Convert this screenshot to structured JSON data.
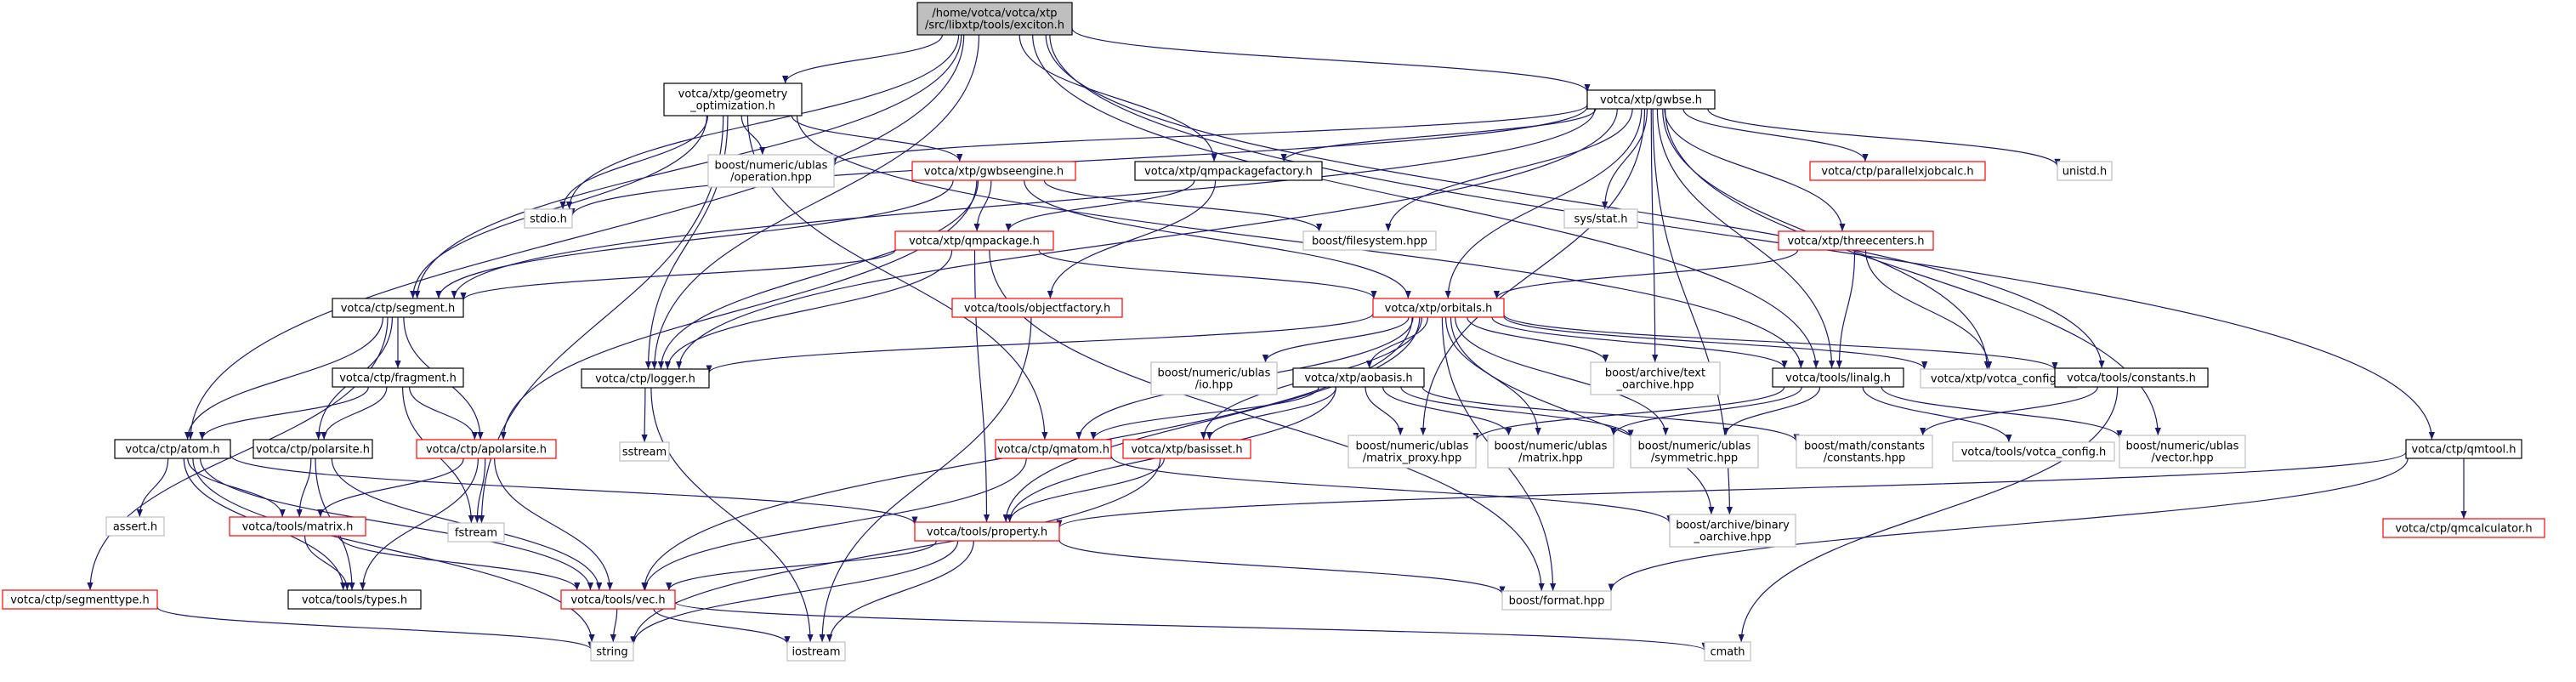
{
  "colors": {
    "edge": "#191970",
    "edge_fill": "#191970",
    "box_dark": "#000000",
    "box_red": "#ff0000",
    "box_grey": "#bfbfbf",
    "root_fill": "#bfbfbf",
    "text": "#000000"
  },
  "nodes": [
    {
      "id": "root",
      "lines": [
        "/home/votca/votca/xtp",
        "/src/libxtp/tools/exciton.h"
      ],
      "style": "root"
    },
    {
      "id": "geomopt",
      "lines": [
        "votca/xtp/geometry",
        "_optimization.h"
      ],
      "style": "dark"
    },
    {
      "id": "gwbse",
      "lines": [
        "votca/xtp/gwbse.h"
      ],
      "style": "dark"
    },
    {
      "id": "stdio",
      "lines": [
        "stdio.h"
      ],
      "style": "grey"
    },
    {
      "id": "ublasop",
      "lines": [
        "boost/numeric/ublas",
        "/operation.hpp"
      ],
      "style": "grey"
    },
    {
      "id": "gwbseengine",
      "lines": [
        "votca/xtp/gwbseengine.h"
      ],
      "style": "red"
    },
    {
      "id": "qmpkgfactory",
      "lines": [
        "votca/xtp/qmpackagefactory.h"
      ],
      "style": "dark"
    },
    {
      "id": "sysstat",
      "lines": [
        "sys/stat.h"
      ],
      "style": "grey"
    },
    {
      "id": "paralleljob",
      "lines": [
        "votca/ctp/parallelxjobcalc.h"
      ],
      "style": "red"
    },
    {
      "id": "unistd",
      "lines": [
        "unistd.h"
      ],
      "style": "grey"
    },
    {
      "id": "qmpackage",
      "lines": [
        "votca/xtp/qmpackage.h"
      ],
      "style": "red"
    },
    {
      "id": "bfs",
      "lines": [
        "boost/filesystem.hpp"
      ],
      "style": "grey"
    },
    {
      "id": "threecenters",
      "lines": [
        "votca/xtp/threecenters.h"
      ],
      "style": "red"
    },
    {
      "id": "segment",
      "lines": [
        "votca/ctp/segment.h"
      ],
      "style": "dark"
    },
    {
      "id": "objfactory",
      "lines": [
        "votca/tools/objectfactory.h"
      ],
      "style": "red"
    },
    {
      "id": "orbitals",
      "lines": [
        "votca/xtp/orbitals.h"
      ],
      "style": "red"
    },
    {
      "id": "fragment",
      "lines": [
        "votca/ctp/fragment.h"
      ],
      "style": "dark"
    },
    {
      "id": "logger",
      "lines": [
        "votca/ctp/logger.h"
      ],
      "style": "dark"
    },
    {
      "id": "ublasio",
      "lines": [
        "boost/numeric/ublas",
        "/io.hpp"
      ],
      "style": "grey"
    },
    {
      "id": "aobasis",
      "lines": [
        "votca/xtp/aobasis.h"
      ],
      "style": "dark"
    },
    {
      "id": "textoarch",
      "lines": [
        "boost/archive/text",
        "_oarchive.hpp"
      ],
      "style": "grey"
    },
    {
      "id": "linalg",
      "lines": [
        "votca/tools/linalg.h"
      ],
      "style": "dark"
    },
    {
      "id": "xtpvotcacfg",
      "lines": [
        "votca/xtp/votca_config.h"
      ],
      "style": "grey"
    },
    {
      "id": "constants",
      "lines": [
        "votca/tools/constants.h"
      ],
      "style": "dark"
    },
    {
      "id": "atom",
      "lines": [
        "votca/ctp/atom.h"
      ],
      "style": "dark"
    },
    {
      "id": "polarsite",
      "lines": [
        "votca/ctp/polarsite.h"
      ],
      "style": "dark"
    },
    {
      "id": "apolarsite",
      "lines": [
        "votca/ctp/apolarsite.h"
      ],
      "style": "red"
    },
    {
      "id": "sstream",
      "lines": [
        "sstream"
      ],
      "style": "grey"
    },
    {
      "id": "qmatom",
      "lines": [
        "votca/ctp/qmatom.h"
      ],
      "style": "red"
    },
    {
      "id": "basisset",
      "lines": [
        "votca/xtp/basisset.h"
      ],
      "style": "red"
    },
    {
      "id": "matrixproxy",
      "lines": [
        "boost/numeric/ublas",
        "/matrix_proxy.hpp"
      ],
      "style": "grey"
    },
    {
      "id": "ublasmatrix",
      "lines": [
        "boost/numeric/ublas",
        "/matrix.hpp"
      ],
      "style": "grey"
    },
    {
      "id": "symmetric",
      "lines": [
        "boost/numeric/ublas",
        "/symmetric.hpp"
      ],
      "style": "grey"
    },
    {
      "id": "mathconst",
      "lines": [
        "boost/math/constants",
        "/constants.hpp"
      ],
      "style": "grey"
    },
    {
      "id": "toolsvotcacfg",
      "lines": [
        "votca/tools/votca_config.h"
      ],
      "style": "grey"
    },
    {
      "id": "ublasvector",
      "lines": [
        "boost/numeric/ublas",
        "/vector.hpp"
      ],
      "style": "grey"
    },
    {
      "id": "qmtool",
      "lines": [
        "votca/ctp/qmtool.h"
      ],
      "style": "dark"
    },
    {
      "id": "asserth",
      "lines": [
        "assert.h"
      ],
      "style": "grey"
    },
    {
      "id": "toolsmatrix",
      "lines": [
        "votca/tools/matrix.h"
      ],
      "style": "red"
    },
    {
      "id": "fstream",
      "lines": [
        "fstream"
      ],
      "style": "grey"
    },
    {
      "id": "property",
      "lines": [
        "votca/tools/property.h"
      ],
      "style": "red"
    },
    {
      "id": "binoarch",
      "lines": [
        "boost/archive/binary",
        "_oarchive.hpp"
      ],
      "style": "grey"
    },
    {
      "id": "qmcalc",
      "lines": [
        "votca/ctp/qmcalculator.h"
      ],
      "style": "red"
    },
    {
      "id": "segmenttype",
      "lines": [
        "votca/ctp/segmenttype.h"
      ],
      "style": "red"
    },
    {
      "id": "types",
      "lines": [
        "votca/tools/types.h"
      ],
      "style": "dark"
    },
    {
      "id": "vec",
      "lines": [
        "votca/tools/vec.h"
      ],
      "style": "red"
    },
    {
      "id": "bformat",
      "lines": [
        "boost/format.hpp"
      ],
      "style": "grey"
    },
    {
      "id": "string",
      "lines": [
        "string"
      ],
      "style": "grey"
    },
    {
      "id": "iostream",
      "lines": [
        "iostream"
      ],
      "style": "grey"
    },
    {
      "id": "cmath",
      "lines": [
        "cmath"
      ],
      "style": "grey"
    }
  ],
  "edges": [
    [
      "root",
      "geomopt"
    ],
    [
      "root",
      "gwbse"
    ],
    [
      "root",
      "stdio"
    ],
    [
      "root",
      "qmpkgfactory"
    ],
    [
      "root",
      "segment"
    ],
    [
      "root",
      "atom"
    ],
    [
      "root",
      "logger"
    ],
    [
      "root",
      "linalg"
    ],
    [
      "root",
      "constants"
    ],
    [
      "root",
      "qmtool"
    ],
    [
      "geomopt",
      "stdio"
    ],
    [
      "geomopt",
      "ublasop"
    ],
    [
      "geomopt",
      "gwbseengine"
    ],
    [
      "geomopt",
      "segment"
    ],
    [
      "geomopt",
      "logger"
    ],
    [
      "geomopt",
      "qmatom"
    ],
    [
      "geomopt",
      "linalg"
    ],
    [
      "geomopt",
      "fstream"
    ],
    [
      "gwbse",
      "stdio"
    ],
    [
      "gwbse",
      "ublasop"
    ],
    [
      "gwbse",
      "qmpkgfactory"
    ],
    [
      "gwbse",
      "sysstat"
    ],
    [
      "gwbse",
      "paralleljob"
    ],
    [
      "gwbse",
      "unistd"
    ],
    [
      "gwbse",
      "bfs"
    ],
    [
      "gwbse",
      "threecenters"
    ],
    [
      "gwbse",
      "segment"
    ],
    [
      "gwbse",
      "orbitals"
    ],
    [
      "gwbse",
      "textoarch"
    ],
    [
      "gwbse",
      "linalg"
    ],
    [
      "gwbse",
      "xtpvotcacfg"
    ],
    [
      "gwbse",
      "ublasvector"
    ],
    [
      "gwbse",
      "binoarch"
    ],
    [
      "gwbse",
      "matrixproxy"
    ],
    [
      "gwbse",
      "logger"
    ],
    [
      "gwbseengine",
      "qmpackage"
    ],
    [
      "gwbseengine",
      "bfs"
    ],
    [
      "gwbseengine",
      "orbitals"
    ],
    [
      "gwbseengine",
      "segment"
    ],
    [
      "gwbseengine",
      "logger"
    ],
    [
      "gwbseengine",
      "apolarsite"
    ],
    [
      "qmpkgfactory",
      "qmpackage"
    ],
    [
      "qmpkgfactory",
      "objfactory"
    ],
    [
      "qmpackage",
      "segment"
    ],
    [
      "qmpackage",
      "orbitals"
    ],
    [
      "qmpackage",
      "logger"
    ],
    [
      "qmpackage",
      "property"
    ],
    [
      "qmpackage",
      "bformat"
    ],
    [
      "threecenters",
      "orbitals"
    ],
    [
      "threecenters",
      "linalg"
    ],
    [
      "threecenters",
      "xtpvotcacfg"
    ],
    [
      "objfactory",
      "iostream"
    ],
    [
      "segment",
      "fragment"
    ],
    [
      "segment",
      "atom"
    ],
    [
      "segment",
      "polarsite"
    ],
    [
      "segment",
      "apolarsite"
    ],
    [
      "segment",
      "segmenttype"
    ],
    [
      "orbitals",
      "logger"
    ],
    [
      "orbitals",
      "ublasio"
    ],
    [
      "orbitals",
      "aobasis"
    ],
    [
      "orbitals",
      "textoarch"
    ],
    [
      "orbitals",
      "linalg"
    ],
    [
      "orbitals",
      "xtpvotcacfg"
    ],
    [
      "orbitals",
      "constants"
    ],
    [
      "orbitals",
      "qmatom"
    ],
    [
      "orbitals",
      "basisset"
    ],
    [
      "orbitals",
      "ublasmatrix"
    ],
    [
      "orbitals",
      "symmetric"
    ],
    [
      "orbitals",
      "property"
    ],
    [
      "orbitals",
      "vec"
    ],
    [
      "orbitals",
      "binoarch"
    ],
    [
      "orbitals",
      "bformat"
    ],
    [
      "fragment",
      "atom"
    ],
    [
      "fragment",
      "polarsite"
    ],
    [
      "fragment",
      "apolarsite"
    ],
    [
      "fragment",
      "fstream"
    ],
    [
      "logger",
      "sstream"
    ],
    [
      "logger",
      "iostream"
    ],
    [
      "aobasis",
      "qmatom"
    ],
    [
      "aobasis",
      "basisset"
    ],
    [
      "aobasis",
      "matrixproxy"
    ],
    [
      "aobasis",
      "ublasmatrix"
    ],
    [
      "aobasis",
      "symmetric"
    ],
    [
      "aobasis",
      "mathconst"
    ],
    [
      "aobasis",
      "property"
    ],
    [
      "linalg",
      "matrixproxy"
    ],
    [
      "linalg",
      "ublasmatrix"
    ],
    [
      "linalg",
      "symmetric"
    ],
    [
      "linalg",
      "toolsvotcacfg"
    ],
    [
      "linalg",
      "ublasvector"
    ],
    [
      "constants",
      "mathconst"
    ],
    [
      "constants",
      "cmath"
    ],
    [
      "atom",
      "asserth"
    ],
    [
      "atom",
      "toolsmatrix"
    ],
    [
      "atom",
      "types"
    ],
    [
      "atom",
      "vec"
    ],
    [
      "atom",
      "string"
    ],
    [
      "atom",
      "property"
    ],
    [
      "polarsite",
      "toolsmatrix"
    ],
    [
      "polarsite",
      "types"
    ],
    [
      "polarsite",
      "vec"
    ],
    [
      "apolarsite",
      "toolsmatrix"
    ],
    [
      "apolarsite",
      "fstream"
    ],
    [
      "apolarsite",
      "vec"
    ],
    [
      "apolarsite",
      "types"
    ],
    [
      "qmatom",
      "vec"
    ],
    [
      "qmatom",
      "binoarch"
    ],
    [
      "basisset",
      "property"
    ],
    [
      "basisset",
      "string"
    ],
    [
      "qmtool",
      "property"
    ],
    [
      "qmtool",
      "qmcalc"
    ],
    [
      "qmtool",
      "bformat"
    ],
    [
      "toolsmatrix",
      "types"
    ],
    [
      "toolsmatrix",
      "vec"
    ],
    [
      "property",
      "vec"
    ],
    [
      "property",
      "string"
    ],
    [
      "property",
      "iostream"
    ],
    [
      "property",
      "bformat"
    ],
    [
      "segmenttype",
      "string"
    ],
    [
      "vec",
      "string"
    ],
    [
      "vec",
      "iostream"
    ],
    [
      "vec",
      "cmath"
    ]
  ]
}
